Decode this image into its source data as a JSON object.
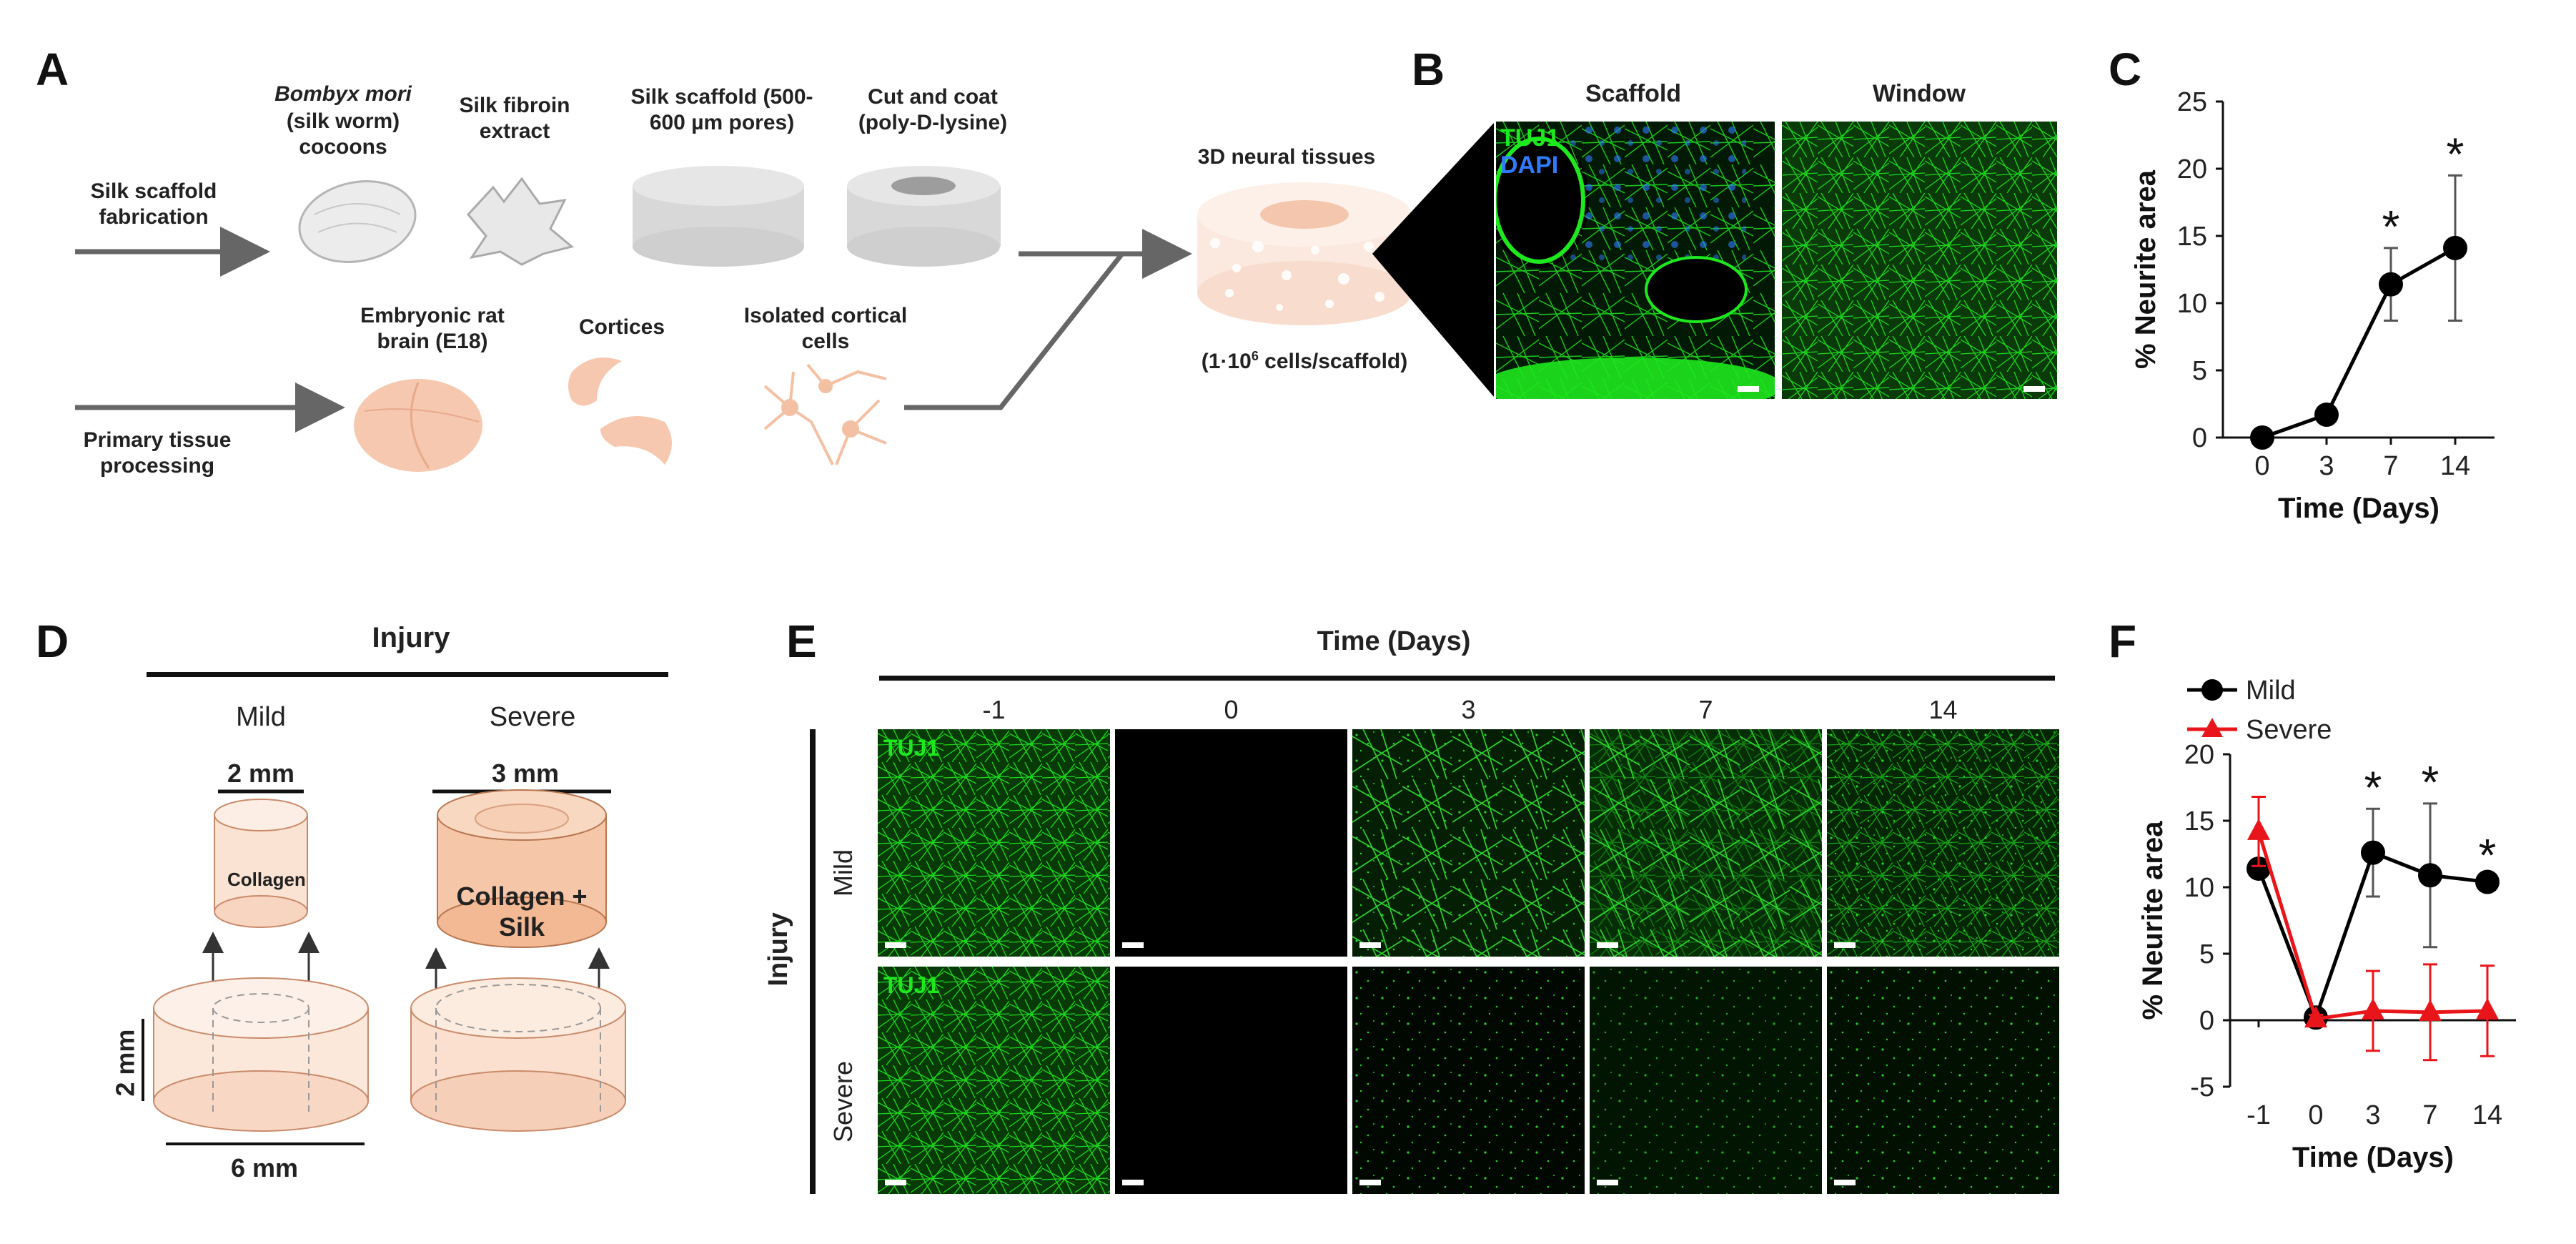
{
  "panelA": {
    "letter": "A",
    "silk_fab_label": "Silk scaffold fabrication",
    "bombyx_title": "Bombyx mori",
    "bombyx_sub": "(silk worm) cocoons",
    "fibroin": "Silk fibroin extract",
    "scaffold": "Silk scaffold (500-600 µm pores)",
    "cutcoat": "Cut and coat (poly-D-lysine)",
    "embryonic": "Embryonic rat brain (E18)",
    "cortices": "Cortices",
    "isolated": "Isolated cortical cells",
    "primary_label": "Primary tissue processing",
    "neural_title": "3D neural tissues",
    "neural_sub_prefix": "(1·10",
    "neural_sub_exp": "6",
    "neural_sub_suffix": " cells/scaffold)",
    "colors": {
      "tissue": "#f6c8b0",
      "grey": "#d8d8d8",
      "arrow": "#666666"
    }
  },
  "panelB": {
    "letter": "B",
    "col1": "Scaffold",
    "col2": "Window",
    "stain1": "TUJ1",
    "stain2": "DAPI",
    "colors": {
      "tuj1": "#1ee81e",
      "dapi": "#2f7bff"
    }
  },
  "panelD": {
    "letter": "D",
    "injury": "Injury",
    "mild": "Mild",
    "severe": "Severe",
    "mild_dim": "2 mm",
    "severe_dim": "3 mm",
    "collagen": "Collagen",
    "collagen_silk": "Collagen + Silk",
    "height": "2 mm",
    "width": "6 mm"
  },
  "panelE": {
    "letter": "E",
    "title": "Time (Days)",
    "timepoints": [
      "-1",
      "0",
      "3",
      "7",
      "14"
    ],
    "row_label": "Injury",
    "rows": [
      "Mild",
      "Severe"
    ],
    "stain": "TUJ1"
  },
  "chart_data": [
    {
      "panel": "C",
      "type": "line",
      "title": "",
      "xlabel": "Time (Days)",
      "ylabel": "% Neurite area",
      "categories": [
        "0",
        "3",
        "7",
        "14"
      ],
      "ylim": [
        0,
        25
      ],
      "yticks": [
        0,
        5,
        10,
        15,
        20,
        25
      ],
      "series": [
        {
          "values": [
            0,
            1.7,
            11.4,
            14.1
          ],
          "err": [
            0,
            0,
            2.7,
            5.4
          ],
          "color": "#000000",
          "marker": "circle"
        }
      ],
      "annotations": [
        {
          "category": "7",
          "text": "*"
        },
        {
          "category": "14",
          "text": "*"
        }
      ]
    },
    {
      "panel": "F",
      "type": "line",
      "title": "",
      "xlabel": "Time (Days)",
      "ylabel": "% Neurite area",
      "categories": [
        "-1",
        "0",
        "3",
        "7",
        "14"
      ],
      "ylim": [
        -5,
        20
      ],
      "yticks": [
        -5,
        0,
        5,
        10,
        15,
        20
      ],
      "legend": "top-left",
      "series": [
        {
          "name": "Mild",
          "values": [
            11.4,
            0.2,
            12.6,
            10.9,
            10.4
          ],
          "err": [
            0,
            0,
            3.3,
            5.4,
            0.4
          ],
          "color": "#000000",
          "marker": "circle"
        },
        {
          "name": "Severe",
          "values": [
            14.2,
            0.1,
            0.7,
            0.6,
            0.7
          ],
          "err": [
            2.6,
            0.3,
            3.0,
            3.6,
            3.4
          ],
          "color": "#e8161b",
          "marker": "triangle"
        }
      ],
      "annotations": [
        {
          "category": "3",
          "text": "*"
        },
        {
          "category": "7",
          "text": "*"
        },
        {
          "category": "14",
          "text": "*"
        }
      ]
    }
  ]
}
